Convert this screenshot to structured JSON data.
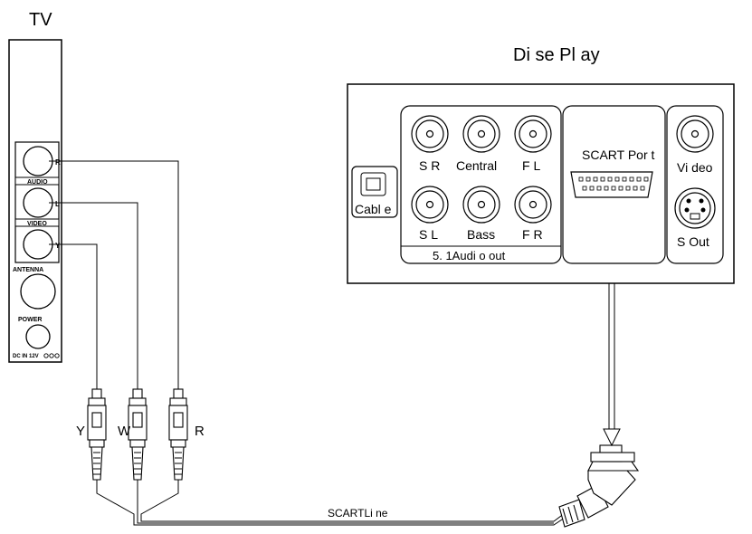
{
  "tv": {
    "title": "TV",
    "audio_label": "AUDIO",
    "video_label": "VIDEO",
    "antenna_label": "ANTENNA",
    "power_label": "POWER",
    "dc_label": "DC IN 12V",
    "jack_r": "R",
    "jack_l": "L",
    "jack_y": "Y"
  },
  "player": {
    "title": "Di se Pl ay",
    "cable_label": "Cabl e",
    "audio_out_label": "5. 1Audi o out",
    "jacks": {
      "sr": "S R",
      "central": "Central",
      "fl": "F L",
      "sl": "S L",
      "bass": "Bass",
      "fr": "F R"
    },
    "scart_label": "SCART Por t",
    "video_label": "Vi deo",
    "sout_label": "S Out"
  },
  "plugs": {
    "y": "Y",
    "w": "W",
    "r": "R"
  },
  "cable_label": "SCARTLi ne",
  "colors": {
    "line": "#000000",
    "panel_fill": "#ffffff",
    "grey_box": "#f0f0f0"
  }
}
